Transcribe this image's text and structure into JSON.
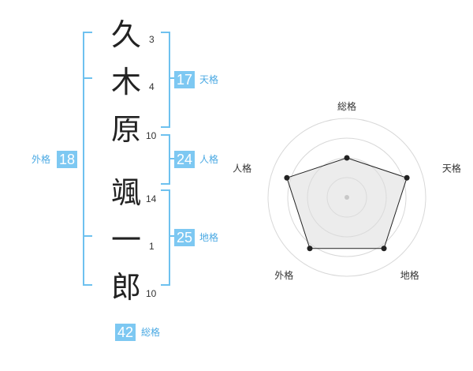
{
  "name": {
    "chars": [
      "久",
      "木",
      "原",
      "颯",
      "一",
      "郎"
    ],
    "strokes": [
      "3",
      "4",
      "10",
      "14",
      "1",
      "10"
    ]
  },
  "fortune": {
    "tenkaku": {
      "label": "天格",
      "value": "17"
    },
    "jinkaku": {
      "label": "人格",
      "value": "24"
    },
    "chikaku": {
      "label": "地格",
      "value": "25"
    },
    "gaikaku": {
      "label": "外格",
      "value": "18"
    },
    "soukaku": {
      "label": "総格",
      "value": "42"
    }
  },
  "colors": {
    "accent": "#7dc8f2",
    "bracket": "#6ec1ef",
    "label": "#4aa9e3"
  },
  "chart_data": {
    "type": "radar",
    "axes": [
      "総格",
      "天格",
      "地格",
      "外格",
      "人格"
    ],
    "values": [
      0.5,
      0.8,
      0.8,
      0.8,
      0.8
    ],
    "rings": 4,
    "grid": true
  }
}
